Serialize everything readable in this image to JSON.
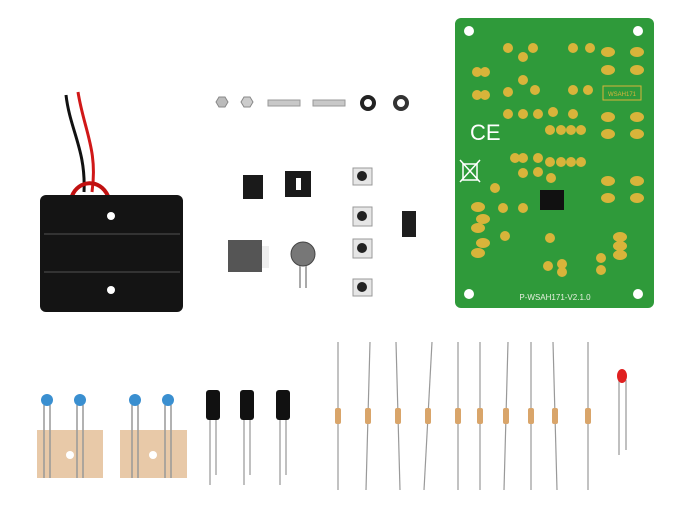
{
  "pcb": {
    "version_label": "P-WSAH171-V2.1.0",
    "silk_label": "WSAH171",
    "ce_mark": "CE"
  },
  "colors": {
    "pcb_green": "#2f9a3a",
    "pad_gold": "#d8b43a",
    "resistor_body": "#d9a56a",
    "capacitor_blue": "#3a8fd0",
    "led_red": "#e02020",
    "tape": "#e8c9a8"
  }
}
